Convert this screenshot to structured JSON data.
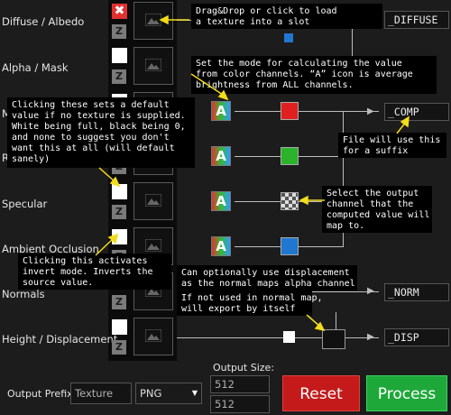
{
  "channels": [
    {
      "label": "Diffuse / Albedo"
    },
    {
      "label": "Alpha / Mask"
    },
    {
      "label": "M"
    },
    {
      "label": "R"
    },
    {
      "label": "Specular"
    },
    {
      "label": "Ambient Occlusion"
    },
    {
      "label": "Normals"
    },
    {
      "label": "Height / Displacement"
    }
  ],
  "default_toggle_icons": [
    "close-icon",
    "white-square"
  ],
  "invert_icon": "invert-icon",
  "average_button_text": "A",
  "channel_colors": {
    "comp_red": "#e02020",
    "comp_green": "#2bb32b",
    "comp_blue": "#1f77d0",
    "diffuse_marker": "#1f77d0",
    "disp_white": "#ffffff"
  },
  "outputs": {
    "diffuse": "_DIFFUSE",
    "comp": "_COMP",
    "norm": "_NORM",
    "disp": "_DISP"
  },
  "tooltips": {
    "drag_drop": "Drag&Drop or click to load\na texture into a slot",
    "mode": "Set the mode for calculating the value\nfrom color channels. “A” icon is average\nbrightness from ALL channels.",
    "default": "Clicking these sets a default\nvalue if no texture is supplied.\nWhite being full, black being 0,\nand none to suggest you don't\nwant this at all (will default\nsanely)",
    "suffix": "File will use this\nfor a suffix",
    "output_channel": "Select the output\nchannel that the\ncomputed value will\nmap to.",
    "invert": "Clicking this activates\ninvert mode. Inverts the\nsource value.",
    "displacement": "Can optionally use displacement\nas the normal maps alpha channel",
    "export_self": "If not used in normal map,\nwill export by itself"
  },
  "footer": {
    "prefix_label": "Output Prefix:",
    "prefix_value": "Texture",
    "format_value": "PNG",
    "size_label": "Output Size:",
    "width_value": "512",
    "height_value": "512",
    "reset_label": "Reset",
    "process_label": "Process",
    "reset_color": "#c41a1a",
    "process_color": "#1fa83a"
  }
}
